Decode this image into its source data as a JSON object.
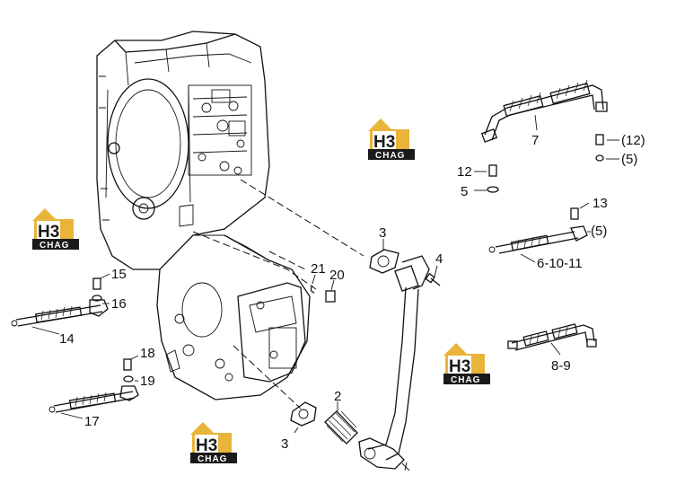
{
  "colors": {
    "logo_gold": "#e9b43a",
    "logo_dark": "#1a1a1a",
    "line": "#111111"
  },
  "watermark": {
    "mark": "H3",
    "text": "CHAG"
  },
  "callouts": {
    "c2": "2",
    "c3a": "3",
    "c3b": "3",
    "c4": "4",
    "c5a": "5",
    "c5b": "(5)",
    "c5c": "(5)",
    "c7": "7",
    "c8_9": "8-9",
    "c12a": "12",
    "c12b": "(12)",
    "c13": "13",
    "c14": "14",
    "c15": "15",
    "c16": "16",
    "c17": "17",
    "c18": "18",
    "c19": "19",
    "c20": "20",
    "c21": "21",
    "c6_10_11": "6-10-11"
  }
}
